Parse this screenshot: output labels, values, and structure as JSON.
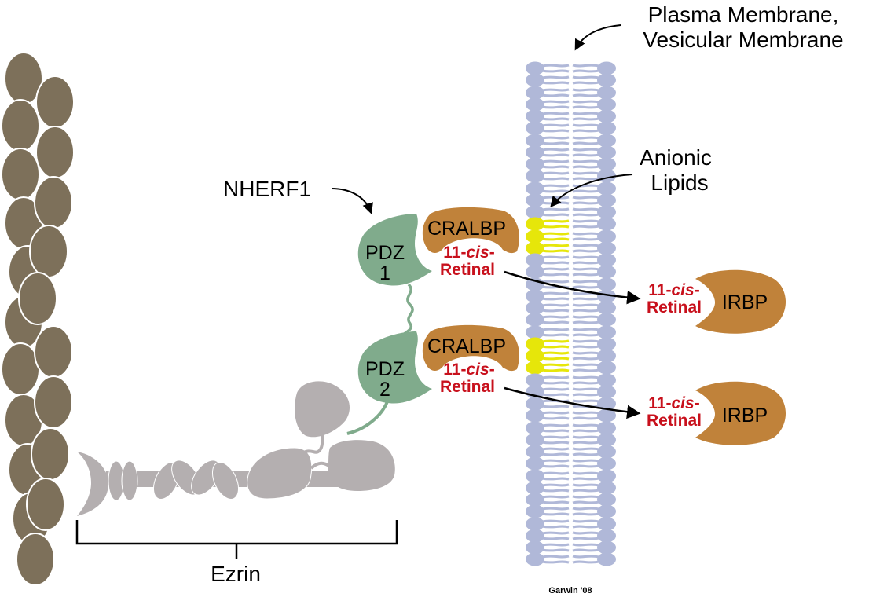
{
  "title_labels": {
    "membrane": [
      "Plasma Membrane,",
      "Vesicular Membrane"
    ],
    "anionic_lipids": [
      "Anionic",
      "Lipids"
    ],
    "nherf1": "NHERF1",
    "ezrin": "Ezrin",
    "signature": "Garwin '08"
  },
  "pdz_domains": [
    {
      "label": "PDZ",
      "number": "1"
    },
    {
      "label": "PDZ",
      "number": "2"
    }
  ],
  "cralbp": [
    {
      "label": "CRALBP",
      "ligand_prefix": "11-",
      "ligand_italic": "cis",
      "ligand_suffix": "-",
      "ligand_line2": "Retinal"
    },
    {
      "label": "CRALBP",
      "ligand_prefix": "11-",
      "ligand_italic": "cis",
      "ligand_suffix": "-",
      "ligand_line2": "Retinal"
    }
  ],
  "irbp": [
    {
      "label": "IRBP",
      "ligand_prefix": "11-",
      "ligand_italic": "cis",
      "ligand_suffix": "-",
      "ligand_line2": "Retinal"
    },
    {
      "label": "IRBP",
      "ligand_prefix": "11-",
      "ligand_italic": "cis",
      "ligand_suffix": "-",
      "ligand_line2": "Retinal"
    }
  ],
  "colors": {
    "actin": "#7d705a",
    "ezrin": "#b4afb0",
    "nherf1": "#80ab8c",
    "cralbp": "#c0823a",
    "lipid": "#b0b8d8",
    "anionic_lipid": "#e6e60a",
    "retinal_text": "#c8101c"
  }
}
